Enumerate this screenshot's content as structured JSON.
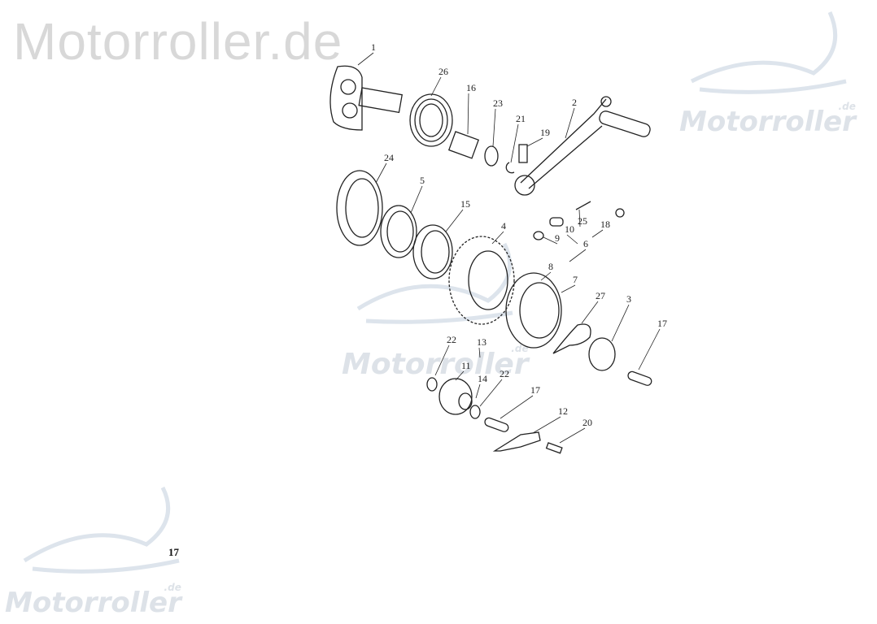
{
  "watermark_top": "Motorroller.de",
  "logos": [
    {
      "brand": "Motorroller",
      "suffix": ".de"
    },
    {
      "brand": "Motorroller",
      "suffix": ".de"
    },
    {
      "brand": "Motorroller",
      "suffix": ".de"
    }
  ],
  "page_number": "17",
  "callouts": [
    "1",
    "26",
    "16",
    "23",
    "21",
    "19",
    "2",
    "24",
    "5",
    "15",
    "4",
    "25",
    "10",
    "9",
    "18",
    "6",
    "8",
    "7",
    "27",
    "3",
    "17",
    "22",
    "13",
    "11",
    "14",
    "22",
    "17",
    "12",
    "20"
  ],
  "colors": {
    "ink": "#222222",
    "watermark": "#d8d8d8",
    "logo": "#dde2e8"
  }
}
